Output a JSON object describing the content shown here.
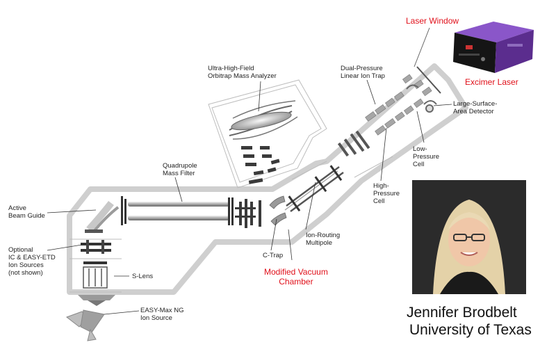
{
  "labels": {
    "active_beam_guide": "Active\nBeam Guide",
    "optional_ion_sources": "Optional\nIC & EASY-ETD\nIon Sources\n(not shown)",
    "s_lens": "S-Lens",
    "easy_max": "EASY-Max NG\nIon Source",
    "quadrupole": "Quadrupole\nMass Filter",
    "orbitrap": "Ultra-High-Field\nOrbitrap Mass Analyzer",
    "linear_ion_trap": "Dual-Pressure\nLinear Ion Trap",
    "large_detector": "Large-Surface-\nArea Detector",
    "low_pressure": "Low-\nPressure\nCell",
    "high_pressure": "High-\nPressure\nCell",
    "c_trap": "C-Trap",
    "ion_routing": "Ion-Routing\nMultipole"
  },
  "highlights": {
    "laser_window": "Laser Window",
    "excimer_laser": "Excimer Laser",
    "modified_vacuum": "Modified Vacuum\nChamber"
  },
  "caption": {
    "name": "Jennifer Brodbelt",
    "affiliation": "University of Texas"
  },
  "colors": {
    "highlight": "#e0101a",
    "laser_body": "#5b2d8e"
  }
}
